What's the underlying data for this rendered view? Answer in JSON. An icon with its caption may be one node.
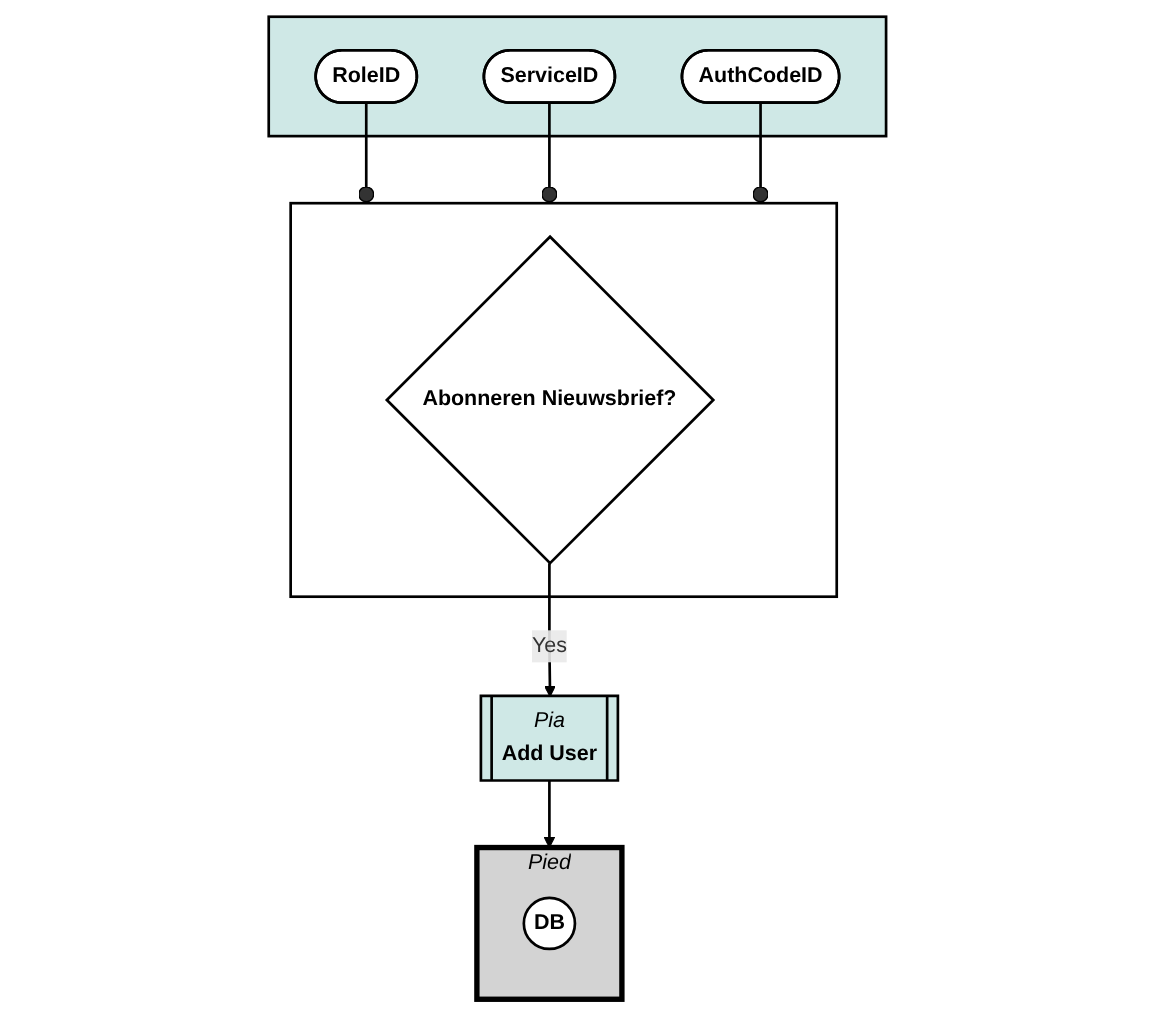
{
  "diagram": {
    "nodes": [
      {
        "text": [],
        "shape": "document"
      },
      {
        "text": [
          "Abonneren Nieuwsbrief?"
        ],
        "in": 0
      },
      {
        "text": [],
        "shape": "box"
      },
      {
        "text": [
          "RoleID"
        ],
        "in": 2
      },
      {
        "text": [
          "ServiceID"
        ],
        "in": 2
      },
      {
        "text": [
          "AuthCodeID"
        ],
        "in": 2
      },
      {
        "text": [
          "Pia",
          "Add User"
        ]
      },
      {
        "text": [
          "Pied"
        ]
      },
      {
        "text": [
          "DB"
        ],
        "in": 7
      }
    ],
    "edges": [
      {
        "from": 0,
        "to": 3,
        "arrow": "other"
      },
      {
        "from": 0,
        "to": 4,
        "arrow": "other"
      },
      {
        "from": 0,
        "to": 5,
        "arrow": "other"
      },
      {
        "from": 1,
        "to": 6,
        "label": "Yes",
        "arrow": "to"
      },
      {
        "from": 6,
        "to": 7,
        "arrow": "to"
      }
    ]
  }
}
